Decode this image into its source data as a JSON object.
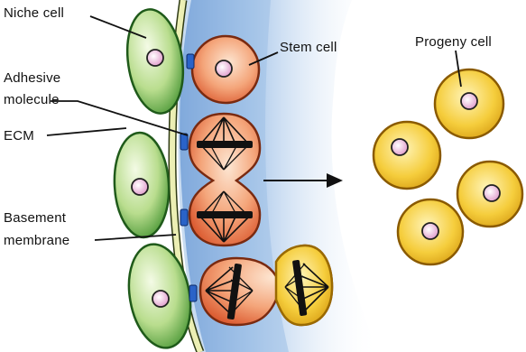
{
  "labels": {
    "niche_cell": "Niche cell",
    "stem_cell": "Stem cell",
    "progeny_cell": "Progeny cell",
    "adhesive_line1": "Adhesive",
    "adhesive_line2": "molecule",
    "ecm": "ECM",
    "basement_line1": "Basement",
    "basement_line2": "membrane"
  },
  "colors": {
    "niche_fill": "#b7dc8c",
    "niche_stroke": "#1f6a1f",
    "stem_fill": "#f2a070",
    "stem_stroke": "#8a2a10",
    "progeny_fill": "#f2cc3a",
    "progeny_stroke": "#9a6a00",
    "nucleus": "#f0c8e0",
    "membrane": "#e9eba8",
    "blue_region": "#cfe2f4",
    "adhesive": "#2a6fd0"
  }
}
